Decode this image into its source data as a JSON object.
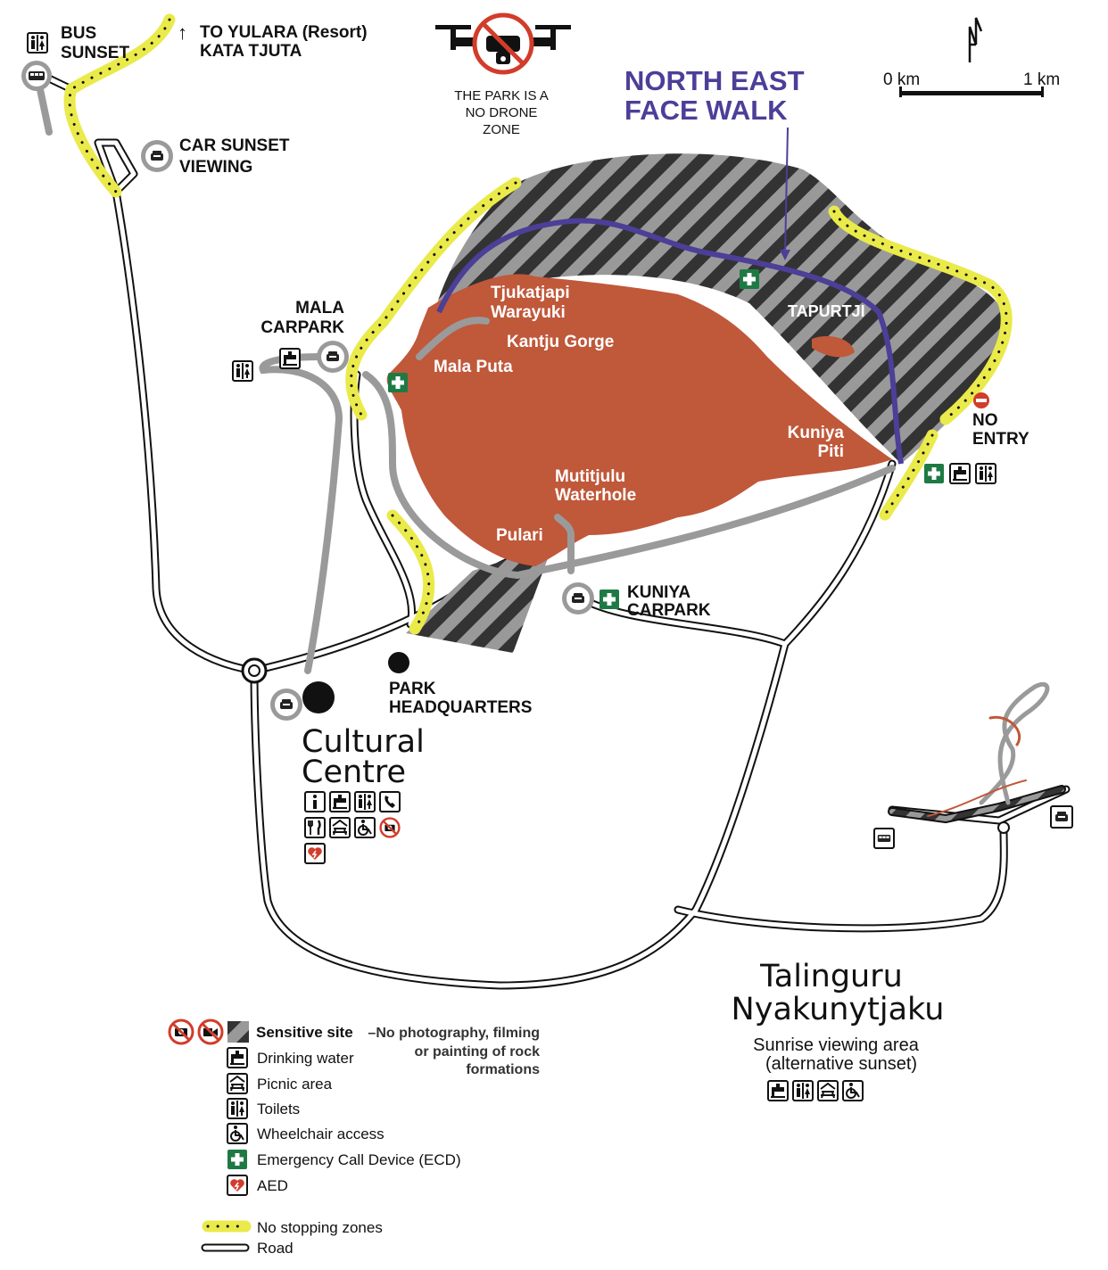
{
  "labels": {
    "bus_sunset": [
      "BUS",
      "SUNSET"
    ],
    "to_yulara": [
      "TO YULARA (Resort)",
      "KATA TJUTA"
    ],
    "drone": [
      "THE PARK IS A",
      "NO DRONE",
      "ZONE"
    ],
    "walk_title": [
      "NORTH EAST",
      "FACE WALK"
    ],
    "scale": {
      "start": "0 km",
      "end": "1 km"
    },
    "car_sunset": [
      "CAR SUNSET",
      "VIEWING"
    ],
    "mala_carpark": [
      "MALA",
      "CARPARK"
    ],
    "tjukatjapi": [
      "Tjukatjapi",
      "Warayuki"
    ],
    "kantju": "Kantju Gorge",
    "mala_puta": "Mala Puta",
    "tapurtji": "TAPURTJI",
    "kuniya_piti": [
      "Kuniya",
      "Piti"
    ],
    "mutitjulu": [
      "Mutitjulu",
      "Waterhole"
    ],
    "pulari": "Pulari",
    "no_entry": [
      "NO",
      "ENTRY"
    ],
    "kuniya_carpark": [
      "KUNIYA",
      "CARPARK"
    ],
    "park_hq": [
      "PARK",
      "HEADQUARTERS"
    ],
    "cultural_centre": [
      "Cultural",
      "Centre"
    ],
    "talinguru": [
      "Talinguru",
      "Nyakunytjaku"
    ],
    "sunrise": [
      "Sunrise viewing area",
      "(alternative sunset)"
    ]
  },
  "legend": {
    "sensitive_title": "Sensitive site",
    "sensitive_desc": [
      "–No photography, filming",
      "or painting of rock",
      "formations"
    ],
    "items": [
      "Drinking water",
      "Picnic area",
      "Toilets",
      "Wheelchair access",
      "Emergency Call Device (ECD)",
      "AED"
    ],
    "no_stopping": "No stopping zones",
    "road": "Road"
  },
  "icons": [
    "toilets-icon",
    "bus-icon",
    "car-icon",
    "drinking-water-icon",
    "picnic-icon",
    "wheelchair-icon",
    "ecd-icon",
    "aed-icon",
    "info-icon",
    "phone-icon",
    "restaurant-icon",
    "no-photo-icon",
    "no-filming-icon",
    "no-drone-icon",
    "no-entry-icon",
    "north-arrow-icon"
  ],
  "colors": {
    "rock": "#c0583a",
    "walk": "#4b3f98",
    "no_stopping": "#eaea4a",
    "ecd": "#1e7a44",
    "path": "#9a9a9a",
    "hatch_dark": "#333333",
    "hatch_light": "#9a9a9a",
    "prohibition": "#d23c2a"
  }
}
